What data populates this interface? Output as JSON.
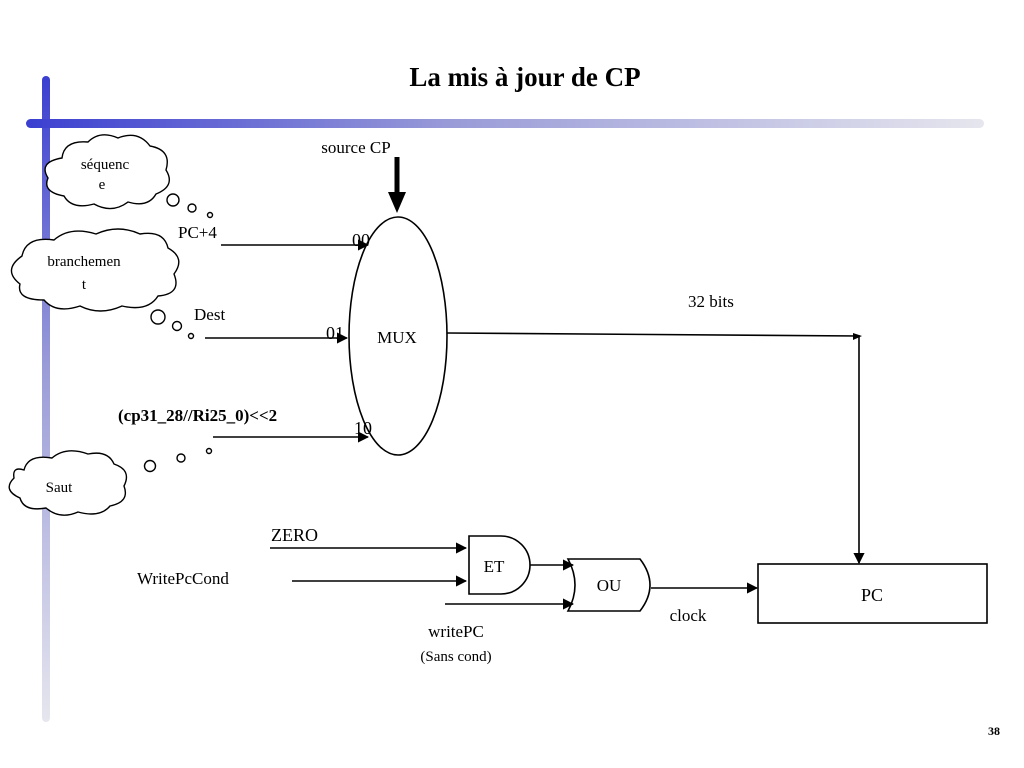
{
  "slide": {
    "title": "La mis à jour de CP",
    "page_number": "38"
  },
  "diagram": {
    "clouds": {
      "sequence": [
        "séquenc",
        "e"
      ],
      "branchement": [
        "branchemen",
        "t"
      ],
      "saut": "Saut"
    },
    "mux": {
      "label": "MUX",
      "control": "source CP",
      "inputs": {
        "pc4": {
          "signal": "PC+4",
          "code": "00"
        },
        "dest": {
          "signal": "Dest",
          "code": "01"
        },
        "jump": {
          "signal": "(cp31_28//Ri25_0)<<2",
          "code": "10"
        }
      },
      "output_width": "32 bits"
    },
    "logic": {
      "and_gate": "ET",
      "or_gate": "OU",
      "zero": "ZERO",
      "write_pc_cond": "WritePcCond",
      "write_pc": "writePC",
      "write_pc_note": "(Sans cond)",
      "clock": "clock"
    },
    "register": {
      "label": "PC"
    }
  },
  "colors": {
    "accent": "#3b3fd0",
    "accent_fade": "#e6e6ee",
    "ink": "#000000"
  }
}
